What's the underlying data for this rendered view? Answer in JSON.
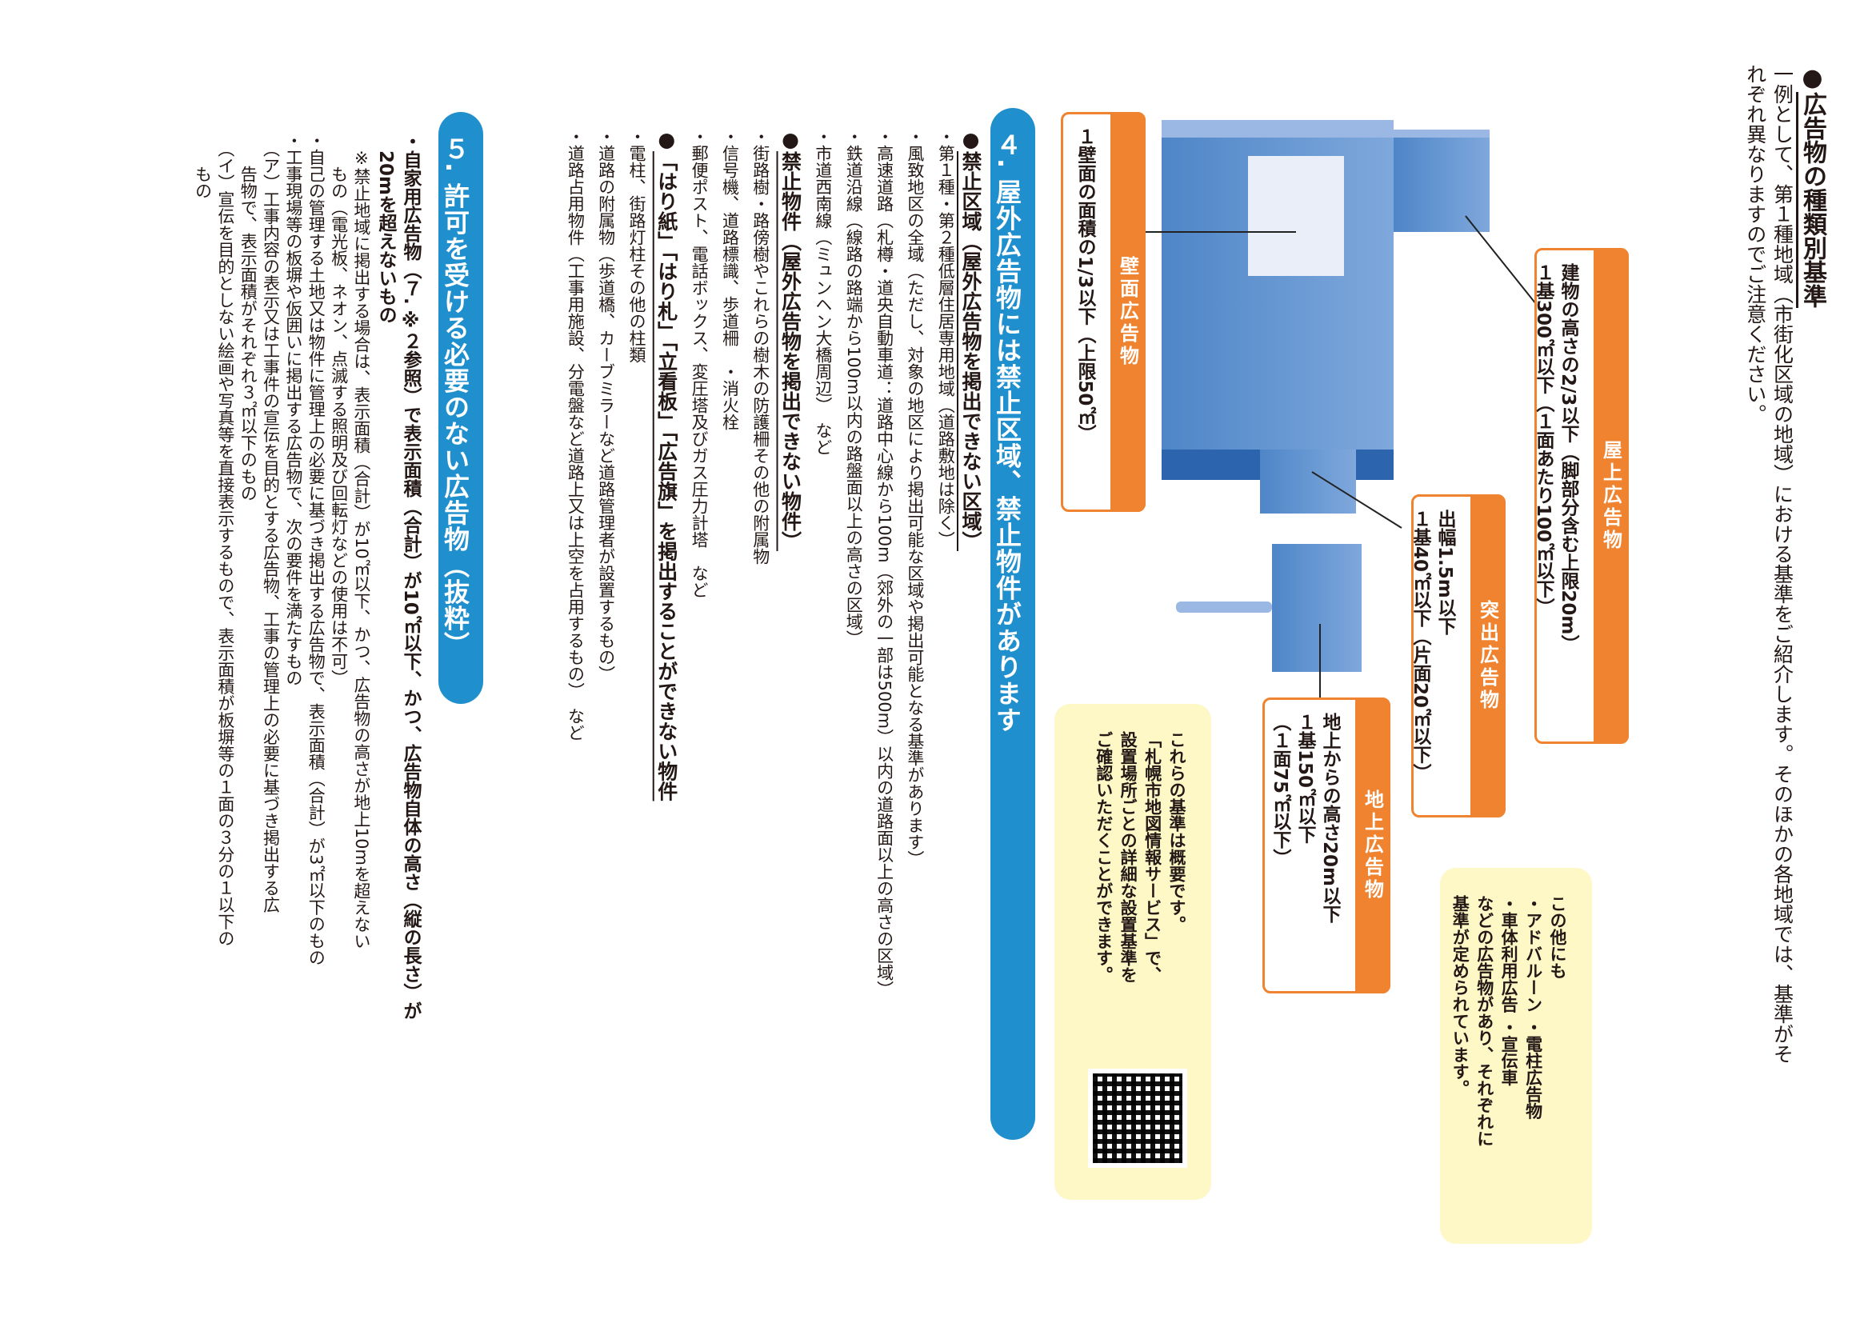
{
  "intro": {
    "heading": "広告物の種類別基準",
    "para1": "一例として、第１種地域（市街化区域の地域）における基準をご紹介します。そのほかの各地域では、基準がそ",
    "para2": "れぞれ異なりますのでご注意ください。"
  },
  "diagram": {
    "okujo": {
      "tag": "屋上広告物",
      "line1": "建物の高さの2/3以下（脚部分含む上限20m）",
      "line2": "１基300㎡以下（１面あたり100㎡以下）"
    },
    "hekimen": {
      "tag": "壁面広告物",
      "line1": "１壁面の面積の1/3以下（上限50㎡）"
    },
    "tsukidashi": {
      "tag": "突出広告物",
      "line1": "出幅1.5m以下",
      "line2": "１基40㎡以下（片面20㎡以下）"
    },
    "chijo": {
      "tag": "地上広告物",
      "line1": "地上からの高さ20m以下",
      "line2": "１基150㎡以下",
      "line3": "（１面75㎡以下）"
    }
  },
  "note_other": {
    "line1": "この他にも",
    "line2": "・アドバルーン ・電柱広告物",
    "line3": "・車体利用広告 ・宣伝車",
    "line4": "などの広告物があり、それぞれに",
    "line5": "基準が定められています。"
  },
  "note_map": {
    "line1": "これらの基準は概要です。",
    "line2": "「札幌市地図情報サービス」で、",
    "line3": "設置場所ごとの詳細な設置基準を",
    "line4": "ご確認いただくことができます。"
  },
  "section4": {
    "title": "４. 屋外広告物には禁止区域、禁止物件があります",
    "area_heading": "禁止区域（屋外広告物を掲出できない区域）",
    "area_items": [
      "・第１種・第２種低層住居専用地域（道路敷地は除く）",
      "・風致地区の全域（ただし、対象の地区により掲出可能な区域や掲出可能となる基準があります）",
      "・高速道路（札樽・道央自動車道：道路中心線から100m（郊外の一部は500m）以内の道路面以上の高さの区域）",
      "・鉄道沿線（線路の路端から100m以内の路盤面以上の高さの区域）",
      "・市道西南線（ミュンヘン大橋周辺）　など"
    ],
    "object_heading": "禁止物件（屋外広告物を掲出できない物件）",
    "object_items": [
      "・街路樹・路傍樹やこれらの樹木の防護柵その他の附属物",
      "・信号機、道路標識、歩道柵　・消火栓",
      "・郵便ポスト、電話ボックス、変圧塔及びガス圧力計塔　など"
    ],
    "hari_heading": "「はり紙」「はり札」「立看板」「広告旗」を掲出することができない物件",
    "hari_items": [
      "・電柱、街路灯柱その他の柱類",
      "・道路の附属物（歩道橋、カーブミラーなど道路管理者が設置するもの）",
      "・道路占用物件（工事用施設、分電盤など道路上又は上空を占用するもの）　など"
    ]
  },
  "section5": {
    "title": "５. 許可を受ける必要のない広告物（抜粋）",
    "lines": [
      "・自家用広告物（７. ※２参照）で表示面積（合計）が10㎡以下、かつ、広告物自体の高さ（縦の長さ）が",
      "　20mを超えないもの",
      "　※禁止地域に掲出する場合は、表示面積（合計）が10㎡以下、かつ、広告物の高さが地上10mを超えない",
      "　　もの（電光板、ネオン、点滅する照明及び回転灯などの使用は不可）",
      "・自己の管理する土地又は物件に管理上の必要に基づき掲出する広告物で、表示面積（合計）が3㎡以下のもの",
      "・工事現場等の板塀や仮囲いに掲出する広告物で、次の要件を満たすもの",
      "　（ア）工事内容の表示又は工事件の宣伝を目的とする広告物、工事の管理上の必要に基づき掲出する広",
      "　　告物で、表示面積がそれぞれ３㎡以下のもの",
      "　（イ）宣伝を目的としない絵画や写真等を直接表示するもので、表示面積が板塀等の１面の３分の１以下の",
      "　　もの"
    ]
  },
  "colors": {
    "orange": "#f0832f",
    "blue": "#1f8fcd",
    "note_yellow": "#fdf8c6"
  }
}
